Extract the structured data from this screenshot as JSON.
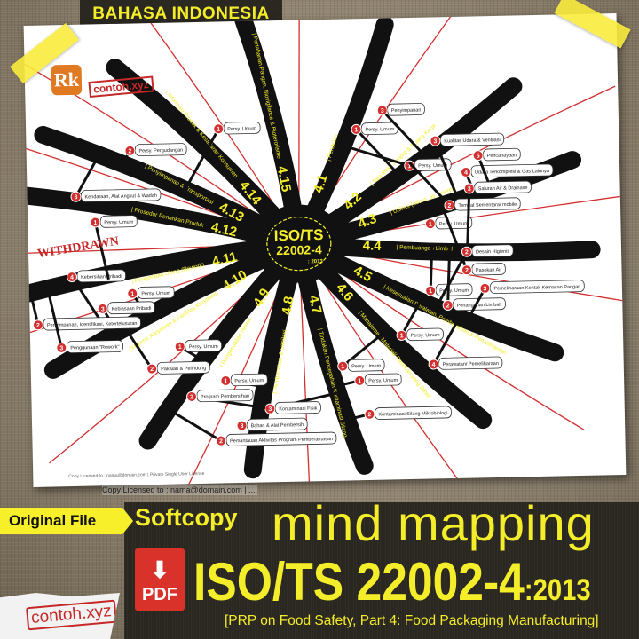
{
  "header": {
    "language_label": "BAHASA INDONESIA"
  },
  "poster": {
    "logo_text": "Rk",
    "stamp_text": "contoh.xyz",
    "withdrawn_label": "WITHDRAWN",
    "footer_text": "Copy Licensed to : nama@domain.com | Private Single User License",
    "center": {
      "title_line1": "ISO/TS",
      "title_line2": "22002-4",
      "year": ": 2013"
    },
    "branches": [
      {
        "num": "4.1",
        "label": "Pendirian",
        "subs": [
          "Persy. Umum"
        ]
      },
      {
        "num": "4.2",
        "label": "Tata-letak Tempat & Ruang Kerja",
        "subs": [
          "Persy. Umum",
          "Tempat Sementara/ mobile",
          "Penyimpanan"
        ]
      },
      {
        "num": "4.3",
        "label": "Utilitas (udara, air, energi)",
        "subs": [
          "Persy. Umum",
          "Pasokan Air",
          "Kualitas Udara & Ventilasi",
          "Udara Terkompresi & Gas Lainnya",
          "Pencahayaan"
        ]
      },
      {
        "num": "4.4",
        "label": "Pembuangan Limbah",
        "subs": [
          "Persy. Umum",
          "Penanganan Limbah",
          "Saluran Air & Drainase"
        ]
      },
      {
        "num": "4.5",
        "label": "Kesesuaian Peralatan, Pembersihan & Pemeliharaan",
        "subs": [
          "Persy. Umum",
          "Desain Higienis",
          "Pemeliharaan Kontak Kemasan Pangan",
          "Perawatan/ Pemeliharaan"
        ]
      },
      {
        "num": "4.6",
        "label": "Manajemen Material/ Pasokan yang Dibeli",
        "subs": [
          "Persy. Umum"
        ]
      },
      {
        "num": "4.7",
        "label": "Tindakan Pencegahan Kontaminasi Silang",
        "subs": [
          "Persy. Umum",
          "Kontaminasi Silang Mikrobiologi",
          "Kontaminasi Fisik"
        ]
      },
      {
        "num": "4.8",
        "label": "Pembersihan & Sanitasi",
        "subs": [
          "Persy. Umum",
          "Program Pembersihan",
          "Bahan & Alat Pembersih"
        ]
      },
      {
        "num": "4.9",
        "label": "Pengendalian Hama",
        "subs": [
          "Persy. Umum",
          "Pemantauan Aktivitas Program Pemberantasan"
        ]
      },
      {
        "num": "4.10",
        "label": "Higiene Karyawan & Fasilitas Karyawan",
        "subs": [
          "Persy. Umum",
          "Pakaian & Pelindung",
          "Kebiasaan Pribadi",
          "Kebersihan Pribadi"
        ]
      },
      {
        "num": "4.11",
        "label": "Pengerjaan Ulang (Rework)",
        "subs": [
          "Persy. Umum",
          "Penyimpanan, Identifikasi, Ketertelusuran",
          "Penggunaan \"Rework\""
        ]
      },
      {
        "num": "4.12",
        "label": "Prosedur Penarikan Produk",
        "subs": []
      },
      {
        "num": "4.13",
        "label": "Penyimpanan & Transportasi",
        "subs": [
          "Persy. Umum",
          "Persy. Pergudangan",
          "Kendaraan, Alat Angkut & Wadah"
        ]
      },
      {
        "num": "4.14",
        "label": "Informasi Produk & Kesadaran Konsumen",
        "subs": []
      },
      {
        "num": "4.15",
        "label": "Pertahanan Pangan, Biovigilance & Bioterorisme",
        "subs": []
      }
    ]
  },
  "license_caption": "Copy Licensed to : nama@domain.com | ....",
  "promo": {
    "original_file": "Original File",
    "softcopy": "Softcopy",
    "pdf_label": "PDF",
    "title_line1": "mind mapping",
    "title_main": "ISO/TS 22002-4",
    "title_year": ":2013",
    "subtitle": "[PRP on Food Safety, Part 4: Food Packaging Manufacturing]",
    "watermark": "contoh.xyz"
  },
  "colors": {
    "accent_yellow": "#f4ee2a",
    "branch_black": "#111111",
    "node_red": "#d32f2f",
    "banner_dark": "#2a2620",
    "pdf_red": "#d9322a"
  }
}
